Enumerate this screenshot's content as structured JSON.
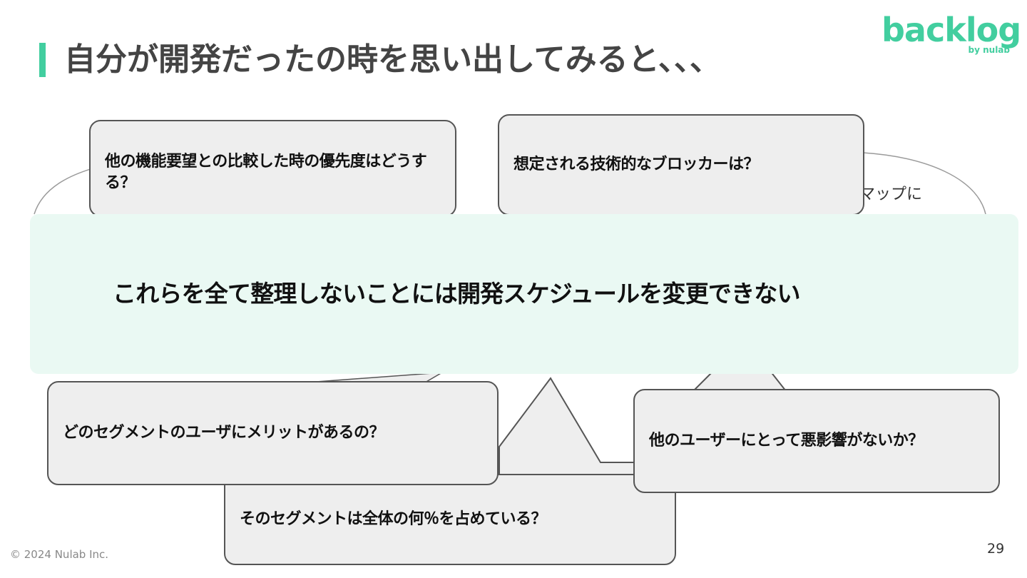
{
  "slide": {
    "title": "自分が開発だったの時を思い出してみると、、、",
    "page_number": "29",
    "copyright": "© 2024 Nulab Inc."
  },
  "logo": {
    "word": "backlog",
    "sub": "by nulab"
  },
  "bubbles": {
    "priority": "他の機能要望との比較した時の優先度はどうする？",
    "blockers": "想定される技術的なブロッカーは？",
    "segment_merit": "どのセグメントのユーザにメリットがあるの？",
    "segment_share": "そのセグメントは全体の何％を占めている？",
    "side_effect": "他のユーザーにとって悪影響がないか？"
  },
  "background_peek": {
    "text": "マップに"
  },
  "callout": {
    "text": "これらを全て整理しないことには開発スケジュールを変更できない"
  },
  "colors": {
    "accent": "#42ce9f",
    "overlay": "#eaf9f3",
    "bubble_fill": "#eeeeee",
    "bubble_border": "#555555"
  }
}
